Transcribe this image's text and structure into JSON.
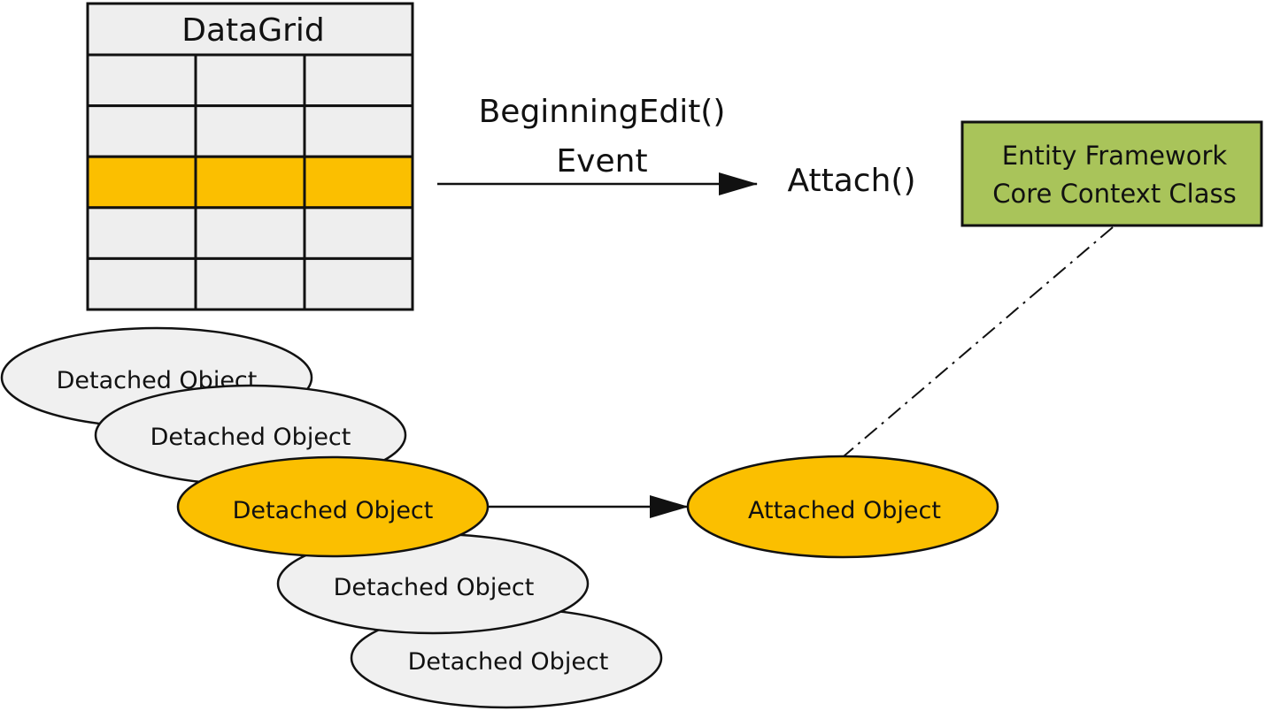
{
  "datagrid": {
    "title": "DataGrid",
    "rows": 5,
    "columns": 3,
    "highlighted_row": 3
  },
  "event_label": {
    "line1": "BeginningEdit()",
    "line2": "Event"
  },
  "attach_label": "Attach()",
  "context_box": {
    "line1": "Entity Framework",
    "line2": "Core Context Class"
  },
  "detached_objects": [
    {
      "label": "Detached Object",
      "highlighted": false
    },
    {
      "label": "Detached Object",
      "highlighted": false
    },
    {
      "label": "Detached Object",
      "highlighted": true
    },
    {
      "label": "Detached Object",
      "highlighted": false
    },
    {
      "label": "Detached Object",
      "highlighted": false
    }
  ],
  "attached_object": {
    "label": "Attached Object"
  },
  "colors": {
    "grid_fill": "#eeeeee",
    "highlight": "#fbbf00",
    "context_box_fill": "#a9c45a",
    "ellipse_fill": "#f0f0f0",
    "stroke": "#111111"
  }
}
